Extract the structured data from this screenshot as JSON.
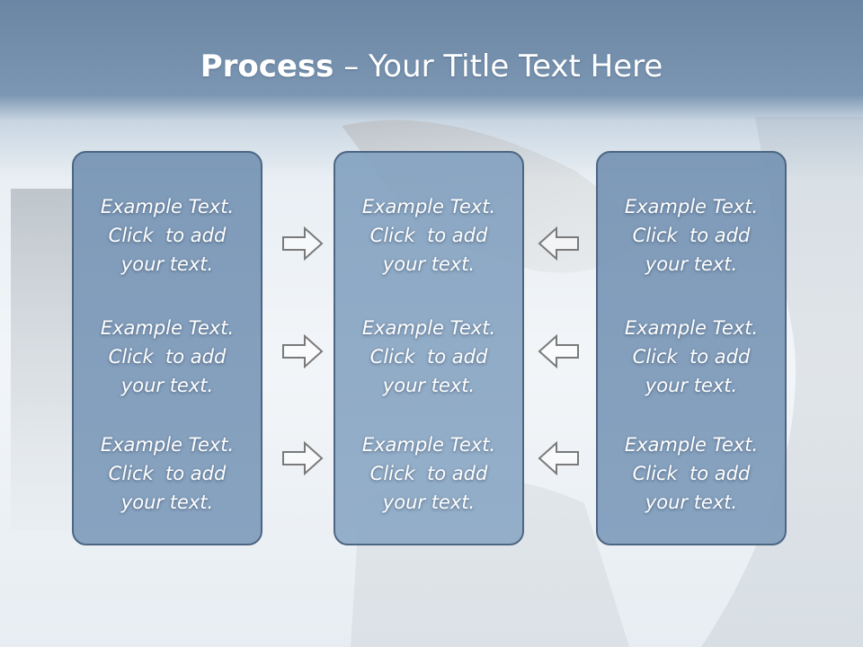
{
  "slide": {
    "title_bold": "Process",
    "title_rest": " – Your Title Text Here"
  },
  "columns": [
    {
      "cells": [
        {
          "line1": "Example Text.",
          "line2": "Click  to add",
          "line3": "your text."
        },
        {
          "line1": "Example Text.",
          "line2": "Click  to add",
          "line3": "your text."
        },
        {
          "line1": "Example Text.",
          "line2": "Click  to add",
          "line3": "your text."
        }
      ]
    },
    {
      "cells": [
        {
          "line1": "Example Text.",
          "line2": "Click  to add",
          "line3": "your text."
        },
        {
          "line1": "Example Text.",
          "line2": "Click  to add",
          "line3": "your text."
        },
        {
          "line1": "Example Text.",
          "line2": "Click  to add",
          "line3": "your text."
        }
      ]
    },
    {
      "cells": [
        {
          "line1": "Example Text.",
          "line2": "Click  to add",
          "line3": "your text."
        },
        {
          "line1": "Example Text.",
          "line2": "Click  to add",
          "line3": "your text."
        },
        {
          "line1": "Example Text.",
          "line2": "Click  to add",
          "line3": "your text."
        }
      ]
    }
  ],
  "arrows": {
    "left": [
      "arrow-right-icon",
      "arrow-right-icon",
      "arrow-right-icon"
    ],
    "right": [
      "arrow-left-icon",
      "arrow-left-icon",
      "arrow-left-icon"
    ]
  },
  "colors": {
    "header_band": "#6b86a4",
    "box_fill": "#7a97b6",
    "box_border": "#4d6682",
    "arrow_stroke": "#7a7a7a",
    "text": "#ffffff"
  }
}
